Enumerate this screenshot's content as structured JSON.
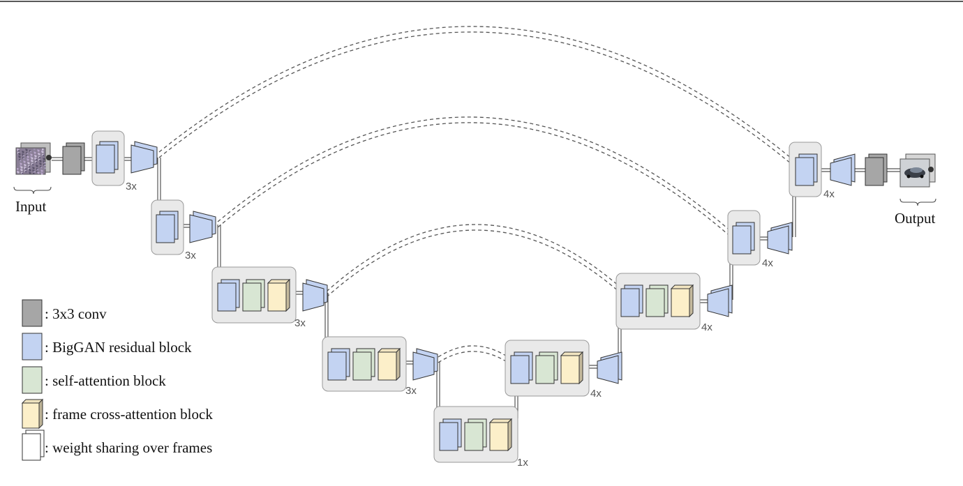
{
  "io": {
    "input_label": "Input",
    "output_label": "Output"
  },
  "multipliers": [
    "3x",
    "3x",
    "3x",
    "3x",
    "1x",
    "4x",
    "4x",
    "4x",
    "4x"
  ],
  "legend": [
    {
      "text": ": 3x3 conv",
      "kind": "conv"
    },
    {
      "text": ": BigGAN residual block",
      "kind": "res"
    },
    {
      "text": ": self-attention block",
      "kind": "attn"
    },
    {
      "text": ": frame cross-attention block",
      "kind": "cross"
    },
    {
      "text": ": weight sharing over frames",
      "kind": "share"
    }
  ],
  "colors": {
    "conv": "#a6a6a6",
    "res": "#c3d3f2",
    "attn": "#d8e6d3",
    "cross": "#fcefc9",
    "group_bg": "#e9e9e9",
    "line": "#555555"
  }
}
